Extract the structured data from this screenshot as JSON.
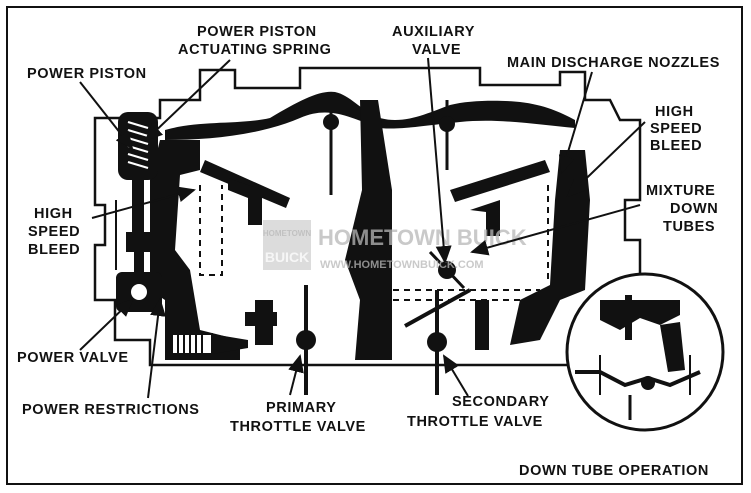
{
  "labels": {
    "power_piston": "POWER PISTON",
    "power_piston_spring_1": "POWER PISTON",
    "power_piston_spring_2": "ACTUATING SPRING",
    "auxiliary_valve_1": "AUXILIARY",
    "auxiliary_valve_2": "VALVE",
    "main_discharge_nozzles": "MAIN DISCHARGE NOZZLES",
    "high_speed_bleed_right_1": "HIGH",
    "high_speed_bleed_right_2": "SPEED",
    "high_speed_bleed_right_3": "BLEED",
    "mixture_down_tubes_1": "MIXTURE",
    "mixture_down_tubes_2": "DOWN",
    "mixture_down_tubes_3": "TUBES",
    "high_speed_bleed_left_1": "HIGH",
    "high_speed_bleed_left_2": "SPEED",
    "high_speed_bleed_left_3": "BLEED",
    "power_valve": "POWER VALVE",
    "power_restrictions": "POWER RESTRICTIONS",
    "primary_throttle_valve_1": "PRIMARY",
    "primary_throttle_valve_2": "THROTTLE VALVE",
    "secondary_throttle_valve_1": "SECONDARY",
    "secondary_throttle_valve_2": "THROTTLE VALVE",
    "down_tube_operation": "DOWN TUBE OPERATION"
  },
  "watermark": {
    "badge_top": "HOMETOWN",
    "badge_bottom": "BUICK",
    "main": "HOMETOWN BUICK",
    "url": "WWW.HOMETOWNBUICK.COM"
  }
}
